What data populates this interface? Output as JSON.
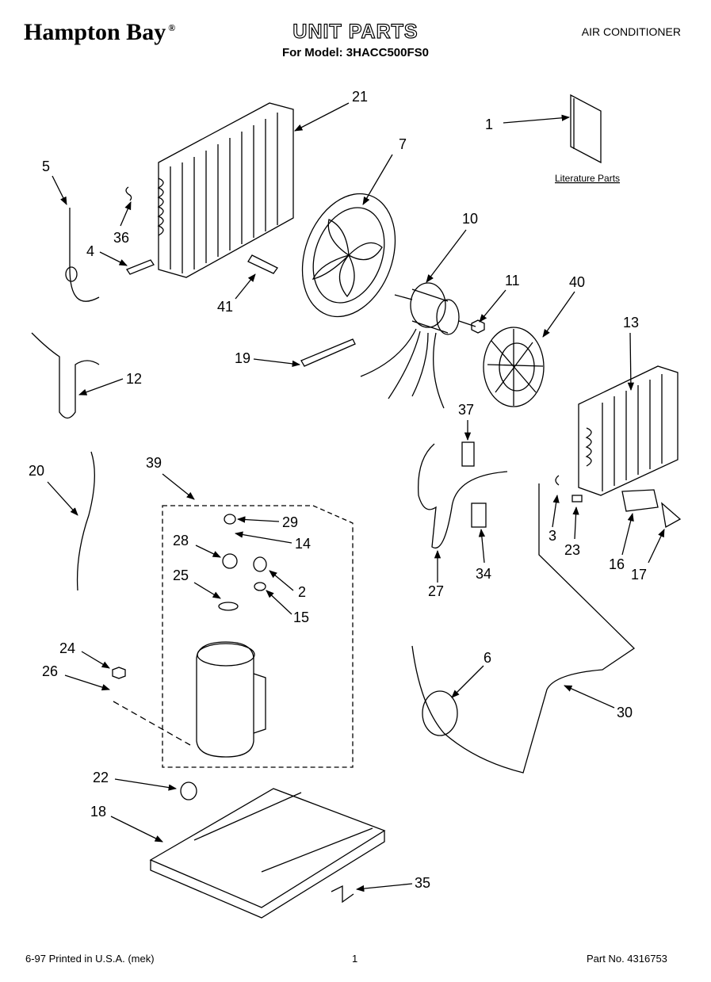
{
  "header": {
    "brand": "Hampton Bay",
    "brand_mark": "®",
    "title": "UNIT PARTS",
    "subtitle": "For Model: 3HACC500FS0",
    "category": "AIR CONDITIONER"
  },
  "literature_label": "Literature Parts",
  "callouts": [
    "21",
    "7",
    "1",
    "5",
    "36",
    "4",
    "41",
    "10",
    "11",
    "40",
    "13",
    "12",
    "19",
    "37",
    "20",
    "39",
    "29",
    "14",
    "28",
    "2",
    "25",
    "15",
    "27",
    "34",
    "3",
    "23",
    "16",
    "17",
    "6",
    "24",
    "26",
    "30",
    "22",
    "18",
    "35"
  ],
  "footer": {
    "left": "6-97 Printed in U.S.A. (mek)",
    "center": "1",
    "right": "Part No. 4316753"
  }
}
